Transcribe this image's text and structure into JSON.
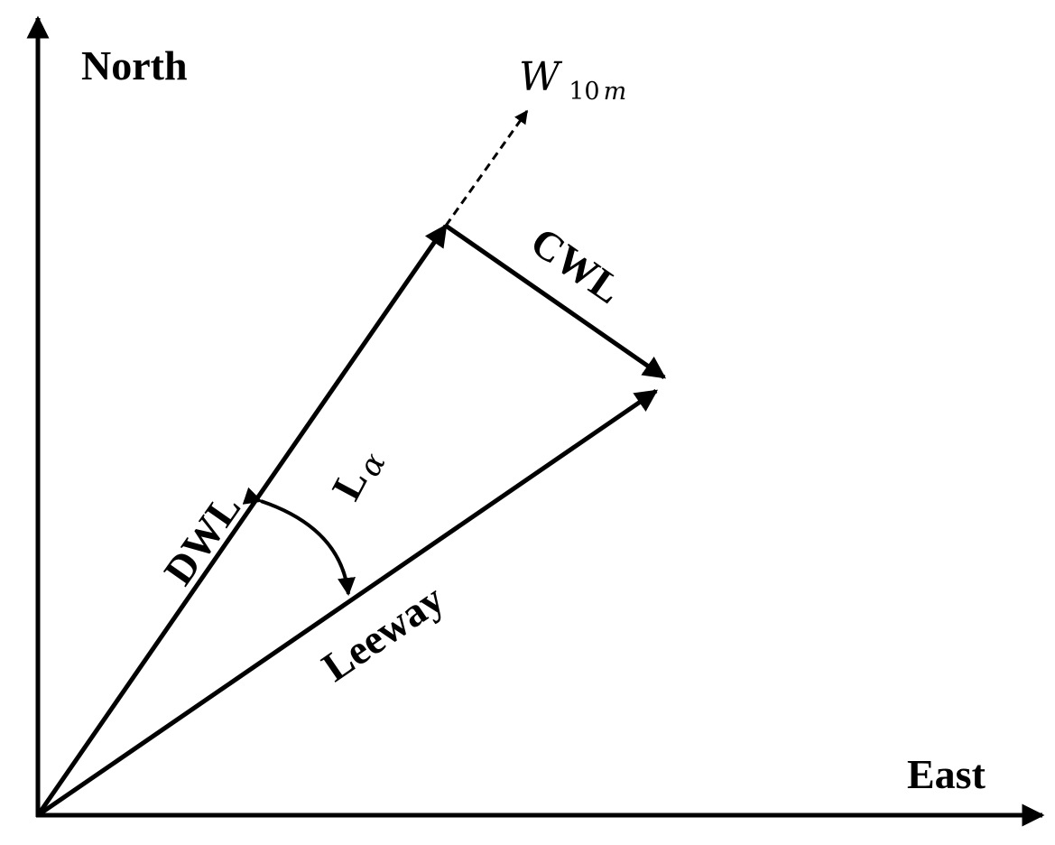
{
  "axes": {
    "north_label": "North",
    "east_label": "East"
  },
  "vectors": {
    "dwl_label": "DWL",
    "cwl_label": "CWL",
    "leeway_label": "Leeway",
    "wind": {
      "symbol": "W",
      "subscript_number": "10",
      "subscript_unit": "m"
    }
  },
  "angle": {
    "symbol": "L",
    "subscript": "α"
  },
  "colors": {
    "ink": "#000000",
    "background": "#ffffff"
  }
}
